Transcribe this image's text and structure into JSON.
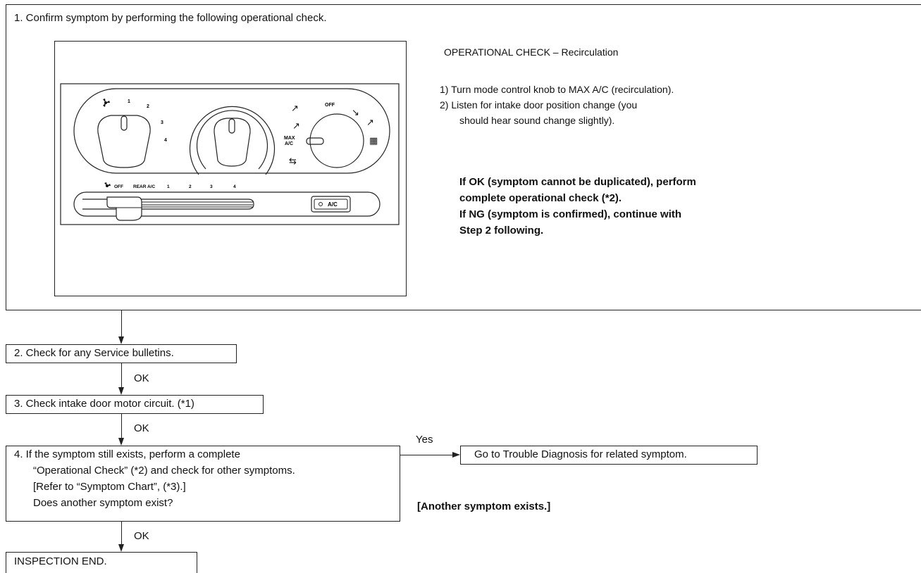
{
  "step1": {
    "text": "1.  Confirm symptom by performing the following operational check.",
    "check_title": "OPERATIONAL CHECK – Recirculation",
    "check_items": [
      "1)  Turn mode control knob to MAX A/C (recirculation).",
      "2)  Listen for intake door position change (you",
      "should hear sound change slightly)."
    ],
    "result_lines": [
      "If OK (symptom cannot be duplicated), perform",
      "complete operational check (*2).",
      "If NG (symptom is confirmed), continue with",
      "Step 2 following."
    ]
  },
  "panel": {
    "fan_marks": [
      "1",
      "2",
      "3",
      "4"
    ],
    "mode_labels": {
      "off": "OFF",
      "max_ac_1": "MAX",
      "max_ac_2": "A/C"
    },
    "slider_labels": [
      "OFF",
      "REAR A/C",
      "1",
      "2",
      "3",
      "4"
    ],
    "ac_button": "A/C"
  },
  "step2": {
    "text": "2.  Check for any Service bulletins."
  },
  "step3": {
    "text": "3.  Check intake door motor circuit. (*1)"
  },
  "step4": {
    "lines": [
      "4.  If the symptom still exists, perform a complete",
      "“Operational Check” (*2) and check for other symptoms.",
      "[Refer to “Symptom Chart”, (*3).]",
      "Does another symptom exist?"
    ]
  },
  "labels": {
    "ok_1": "OK",
    "ok_2": "OK",
    "ok_3": "OK",
    "yes": "Yes",
    "another": "[Another symptom exists.]"
  },
  "goto": {
    "text": "Go to Trouble Diagnosis for related symptom."
  },
  "end": {
    "text": "INSPECTION END."
  }
}
